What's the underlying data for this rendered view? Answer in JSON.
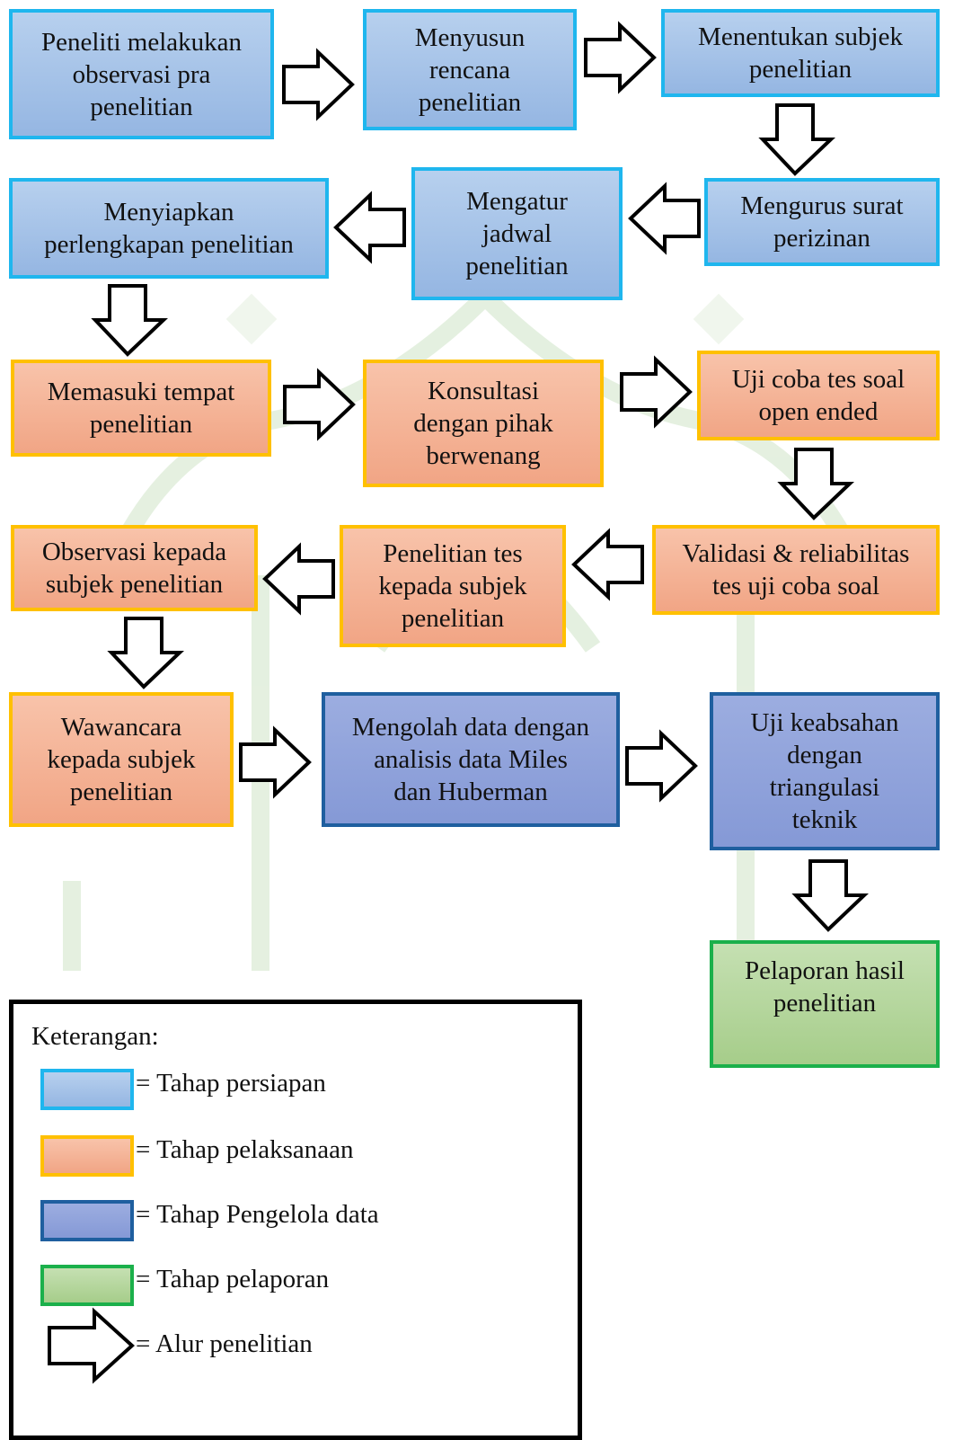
{
  "stages": {
    "prep_color": "#1fb6ee",
    "exec_color": "#ffc000",
    "data_color": "#1f5f9f",
    "report_color": "#1bb04b"
  },
  "steps": [
    {
      "text": "Peneliti melakukan\nobservasi pra\npenelitian",
      "stage": "persiapan"
    },
    {
      "text": "Menyusun\nrencana\npenelitian",
      "stage": "persiapan"
    },
    {
      "text": "Menentukan subjek\npenelitian",
      "stage": "persiapan"
    },
    {
      "text": "Mengurus surat\nperizinan",
      "stage": "persiapan"
    },
    {
      "text": "Mengatur\njadwal\npenelitian",
      "stage": "persiapan"
    },
    {
      "text": "Menyiapkan\nperlengkapan penelitian",
      "stage": "persiapan"
    },
    {
      "text": "Memasuki tempat\npenelitian",
      "stage": "pelaksanaan"
    },
    {
      "text": "Konsultasi\ndengan pihak\nberwenang",
      "stage": "pelaksanaan"
    },
    {
      "text": "Uji coba tes soal\nopen ended",
      "stage": "pelaksanaan"
    },
    {
      "text": "Validasi & reliabilitas\ntes uji coba soal",
      "stage": "pelaksanaan"
    },
    {
      "text": "Penelitian tes\nkepada subjek\npenelitian",
      "stage": "pelaksanaan"
    },
    {
      "text": "Observasi kepada\nsubjek penelitian",
      "stage": "pelaksanaan"
    },
    {
      "text": "Wawancara\nkepada subjek\npenelitian",
      "stage": "pelaksanaan"
    },
    {
      "text": "Mengolah data dengan\nanalisis data Miles\ndan Huberman",
      "stage": "pengelola_data"
    },
    {
      "text": "Uji keabsahan\ndengan\ntriangulasi\nteknik",
      "stage": "pengelola_data"
    },
    {
      "text": "Pelaporan hasil\npenelitian",
      "stage": "pelaporan"
    }
  ],
  "legend": {
    "title": "Keterangan:",
    "items": [
      {
        "label": "= Tahap persiapan"
      },
      {
        "label": "= Tahap pelaksanaan"
      },
      {
        "label": "= Tahap Pengelola data"
      },
      {
        "label": "= Tahap pelaporan"
      },
      {
        "label": "= Alur penelitian"
      }
    ]
  }
}
